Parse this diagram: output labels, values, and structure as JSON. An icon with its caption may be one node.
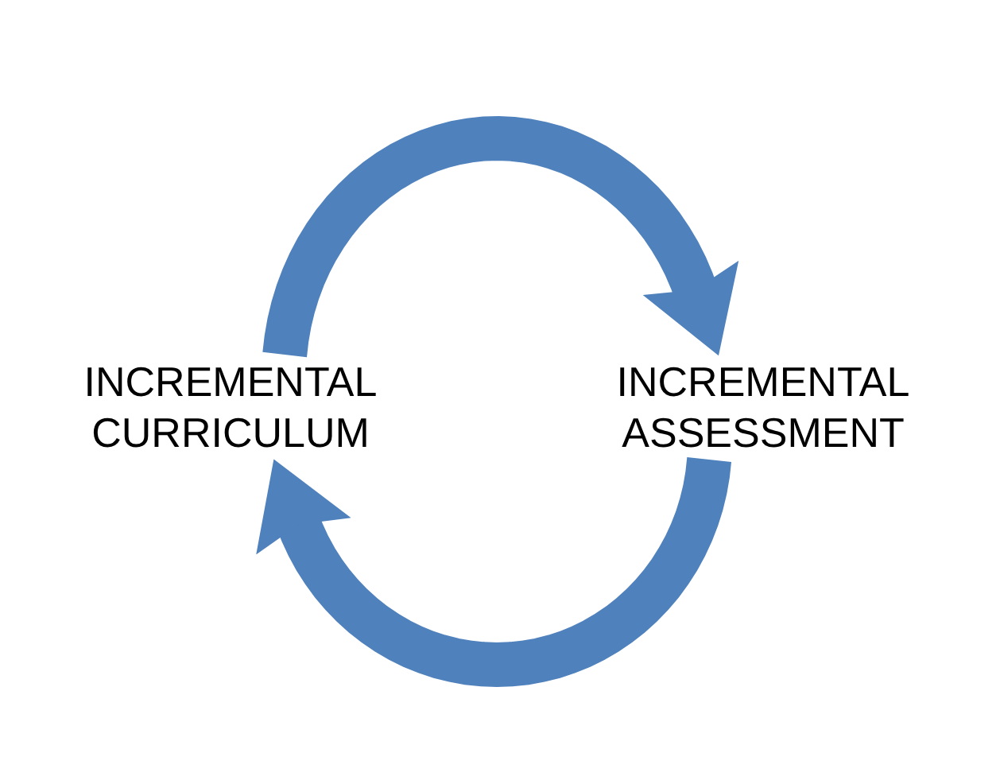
{
  "diagram": {
    "nodes": [
      {
        "text": [
          "INCREMENTAL CURRICULUM"
        ]
      },
      {
        "text": [
          "INCREMENTAL ASSESSMENT"
        ]
      }
    ],
    "edges": [
      {
        "from": 0,
        "to": 1,
        "arrow": "to"
      },
      {
        "from": 1,
        "to": 0,
        "arrow": "to"
      }
    ]
  }
}
